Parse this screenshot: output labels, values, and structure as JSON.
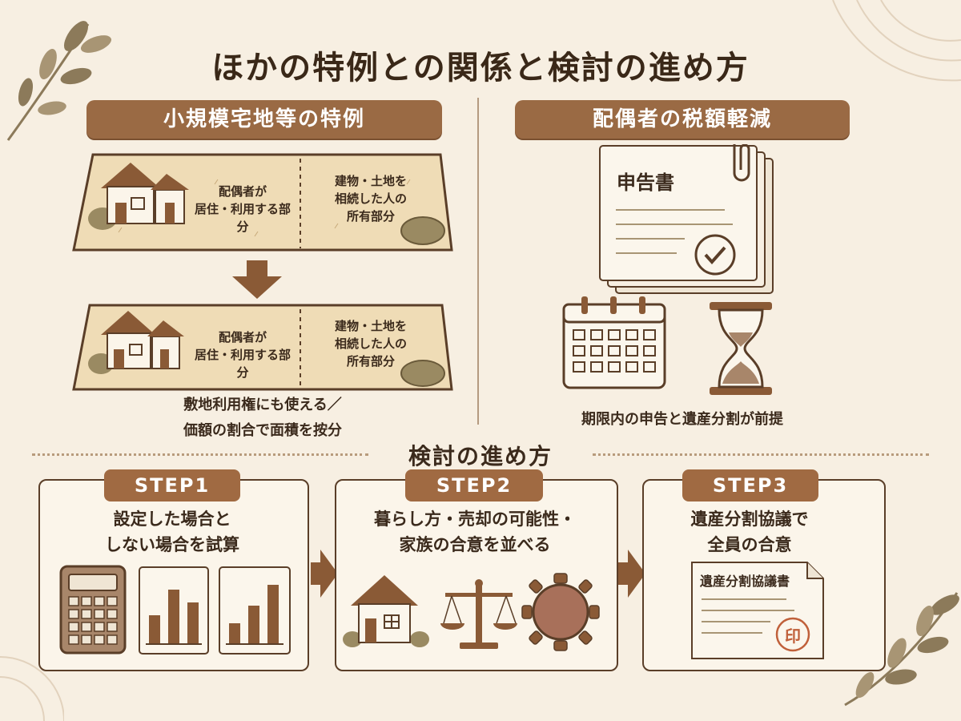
{
  "title": "ほかの特例との関係と検討の進め方",
  "left": {
    "heading": "小規模宅地等の特例",
    "land_top": {
      "left_line1": "配偶者が",
      "left_line2": "居住・利用する部分",
      "right_line1": "建物・土地を",
      "right_line2": "相続した人の",
      "right_line3": "所有部分"
    },
    "land_bottom": {
      "left_line1": "配偶者が",
      "left_line2": "居住・利用する部分",
      "right_line1": "建物・土地を",
      "right_line2": "相続した人の",
      "right_line3": "所有部分"
    },
    "caption_line1": "敷地利用権にも使える／",
    "caption_line2": "価額の割合で面積を按分"
  },
  "right": {
    "heading": "配偶者の税額軽減",
    "document_title": "申告書",
    "caption": "期限内の申告と遺産分割が前提"
  },
  "process": {
    "heading": "検討の進め方",
    "steps": [
      {
        "label": "STEP1",
        "line1": "設定した場合と",
        "line2": "しない場合を試算"
      },
      {
        "label": "STEP2",
        "line1": "暮らし方・売却の可能性・",
        "line2": "家族の合意を並べる"
      },
      {
        "label": "STEP3",
        "line1": "遺産分割協議で",
        "line2": "全員の合意",
        "document_title": "遺産分割協議書",
        "seal": "印"
      }
    ]
  },
  "colors": {
    "background": "#f7efe2",
    "accent_brown": "#9a6a44",
    "dark_brown": "#5a3e28",
    "land": "#efdcb6"
  }
}
